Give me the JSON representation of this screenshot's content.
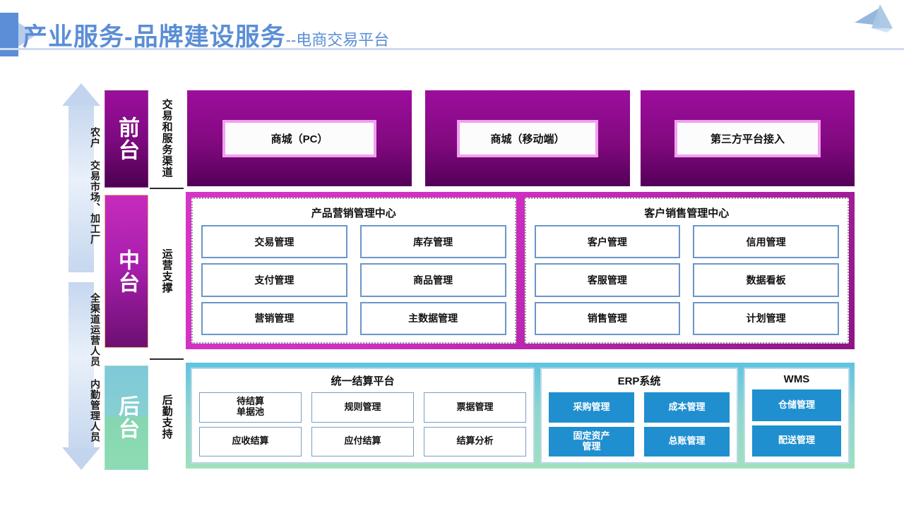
{
  "header": {
    "title_main": "产业服务-品牌建设服务",
    "title_sub": "--电商交易平台",
    "accent_color": "#5b8ed6"
  },
  "logo": {
    "name": "triangles-logo",
    "color": "#9dbbdc"
  },
  "flow_arrows": [
    {
      "direction": "up",
      "label": "农户  交易市场、加工厂"
    },
    {
      "direction": "down",
      "label": "全渠道运营人员  内勤管理人员"
    }
  ],
  "tiers": [
    {
      "key": "front",
      "label": "前台",
      "sub": "交易和服务渠道",
      "color": "#7d0a80"
    },
    {
      "key": "middle",
      "label": "中台",
      "sub": "运营支撑",
      "color": "#a81fae"
    },
    {
      "key": "back",
      "label": "后台",
      "sub": "后勤支持",
      "color": "#86cfd2"
    }
  ],
  "front": {
    "cards": [
      "商城（PC）",
      "商城（移动端）",
      "第三方平台接入"
    ]
  },
  "middle": {
    "panels": [
      {
        "title": "产品营销管理中心",
        "items": [
          "交易管理",
          "库存管理",
          "支付管理",
          "商品管理",
          "营销管理",
          "主数据管理"
        ]
      },
      {
        "title": "客户销售管理中心",
        "items": [
          "客户管理",
          "信用管理",
          "客服管理",
          "数据看板",
          "销售管理",
          "计划管理"
        ]
      }
    ]
  },
  "back": {
    "settlement": {
      "title": "统一结算平台",
      "items": [
        "待结算\n单据池",
        "规则管理",
        "票据管理",
        "应收结算",
        "应付结算",
        "结算分析"
      ]
    },
    "erp": {
      "title": "ERP系统",
      "items": [
        "采购管理",
        "成本管理",
        "固定资产\n管理",
        "总账管理"
      ]
    },
    "wms": {
      "title": "WMS",
      "items": [
        "仓储管理",
        "配送管理"
      ]
    }
  }
}
